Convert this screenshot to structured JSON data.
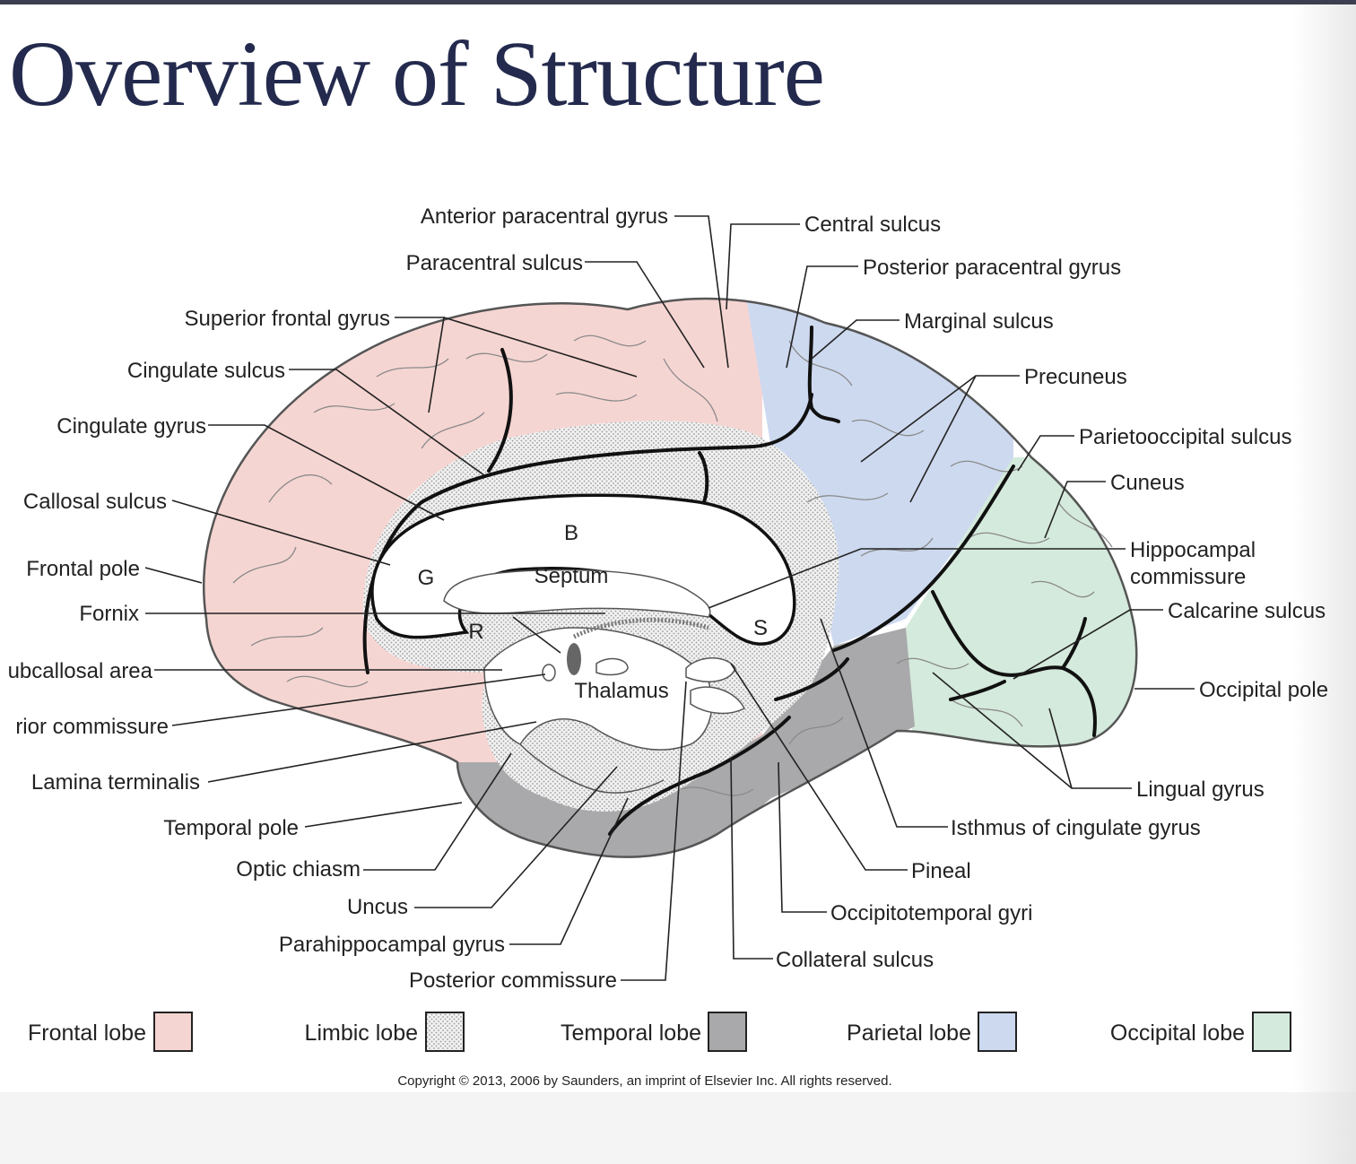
{
  "title": "Overview of Structure",
  "colors": {
    "frontal": "#f5d5d2",
    "parietal": "#cdd9ef",
    "temporal": "#a9a9ab",
    "occipital": "#d4eadc",
    "limbic_dots": "#c8c8c8",
    "title": "#232a4d"
  },
  "inner_labels": {
    "b": "B",
    "g": "G",
    "r": "R",
    "s": "S",
    "septum": "Septum",
    "thalamus": "Thalamus"
  },
  "labels": {
    "anterior_paracentral_gyrus": "Anterior paracentral gyrus",
    "paracentral_sulcus": "Paracentral sulcus",
    "superior_frontal_gyrus": "Superior frontal gyrus",
    "cingulate_sulcus": "Cingulate sulcus",
    "cingulate_gyrus": "Cingulate gyrus",
    "callosal_sulcus": "Callosal sulcus",
    "frontal_pole": "Frontal pole",
    "fornix": "Fornix",
    "subcallosal_area": "ubcallosal area",
    "anterior_commissure": "rior commissure",
    "lamina_terminalis": "Lamina terminalis",
    "temporal_pole": "Temporal pole",
    "optic_chiasm": "Optic chiasm",
    "uncus": "Uncus",
    "parahippocampal_gyrus": "Parahippocampal gyrus",
    "posterior_commissure": "Posterior commissure",
    "central_sulcus": "Central sulcus",
    "posterior_paracentral_gyrus": "Posterior paracentral gyrus",
    "marginal_sulcus": "Marginal sulcus",
    "precuneus": "Precuneus",
    "parietooccipital_sulcus": "Parietooccipital sulcus",
    "cuneus": "Cuneus",
    "hippocampal_commissure_1": "Hippocampal",
    "hippocampal_commissure_2": "commissure",
    "calcarine_sulcus": "Calcarine sulcus",
    "occipital_pole": "Occipital pole",
    "lingual_gyrus": "Lingual gyrus",
    "isthmus_of_cingulate_gyrus": "Isthmus of cingulate gyrus",
    "pineal": "Pineal",
    "occipitotemporal_gyri": "Occipitotemporal gyri",
    "collateral_sulcus": "Collateral sulcus"
  },
  "legend": [
    {
      "label": "Frontal lobe",
      "swatch": "#f5d5d2"
    },
    {
      "label": "Limbic lobe",
      "swatch": "dotted"
    },
    {
      "label": "Temporal lobe",
      "swatch": "#a9a9ab"
    },
    {
      "label": "Parietal lobe",
      "swatch": "#cdd9ef"
    },
    {
      "label": "Occipital lobe",
      "swatch": "#d4eadc"
    }
  ],
  "copyright": "Copyright © 2013, 2006 by Saunders, an imprint of Elsevier Inc. All rights reserved."
}
